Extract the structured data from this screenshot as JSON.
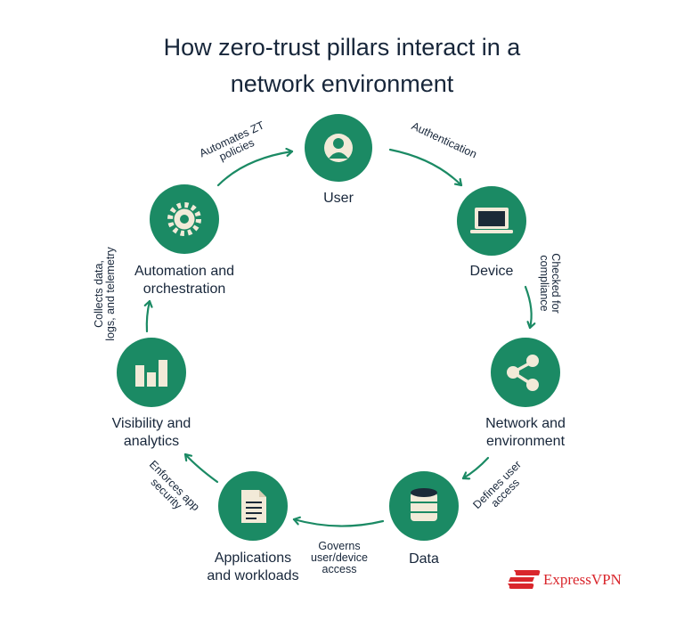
{
  "title": {
    "line1": "How zero-trust pillars interact in a",
    "line2": "network environment"
  },
  "colors": {
    "node": "#1b8a64",
    "arrow": "#1b8a64",
    "icon_light": "#f2ead8",
    "brand": "#d9262c",
    "text": "#17263a"
  },
  "nodes": {
    "user": {
      "label": [
        "User"
      ],
      "icon": "user-icon"
    },
    "device": {
      "label": [
        "Device"
      ],
      "icon": "laptop-icon"
    },
    "network": {
      "label": [
        "Network and",
        "environment"
      ],
      "icon": "share-icon"
    },
    "data": {
      "label": [
        "Data"
      ],
      "icon": "database-icon"
    },
    "applications": {
      "label": [
        "Applications",
        "and workloads"
      ],
      "icon": "document-icon"
    },
    "visibility": {
      "label": [
        "Visibility and",
        "analytics"
      ],
      "icon": "bar-chart-icon"
    },
    "automation": {
      "label": [
        "Automation and",
        "orchestration"
      ],
      "icon": "gear-icon"
    }
  },
  "edges": {
    "user_device": [
      "Authentication"
    ],
    "device_network": [
      "Checked for",
      "compliance"
    ],
    "network_data": [
      "Defines user",
      "access"
    ],
    "data_applications": [
      "Governs",
      "user/device",
      "access"
    ],
    "applications_visibility": [
      "Enforces app",
      "security"
    ],
    "visibility_automation": [
      "Collects data,",
      "logs, and telemetry"
    ],
    "automation_user": [
      "Automates ZT",
      "policies"
    ]
  },
  "brand": {
    "name": "ExpressVPN",
    "icon": "expressvpn-logo-icon"
  }
}
